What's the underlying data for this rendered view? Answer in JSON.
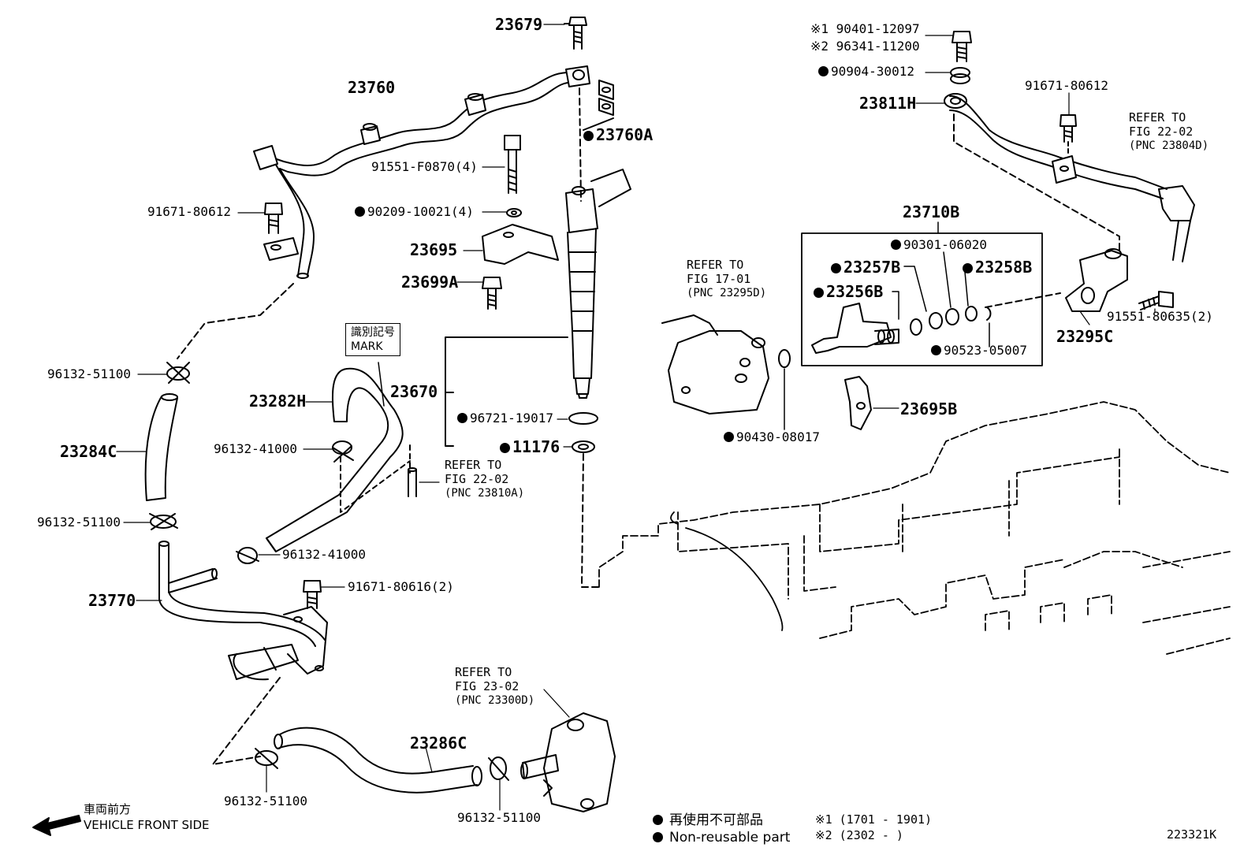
{
  "labels": {
    "p23679": "23679",
    "p23760": "23760",
    "p23760A": "23760A",
    "p91551_F0870": "91551-F0870(4)",
    "p90209": "90209-10021(4)",
    "p23695": "23695",
    "p23699A": "23699A",
    "p91671_80612_left": "91671-80612",
    "p96132_51100_a": "96132-51100",
    "p23284C": "23284C",
    "p96132_51100_b": "96132-51100",
    "p23282H": "23282H",
    "p96132_41000_a": "96132-41000",
    "p96132_41000_b": "96132-41000",
    "p23670": "23670",
    "p96721": "96721-19017",
    "p11176": "11176",
    "p23770": "23770",
    "p91671_80616": "91671-80616(2)",
    "p23286C": "23286C",
    "p96132_51100_c": "96132-51100",
    "p96132_51100_d": "96132-51100",
    "p90401": "※1 90401-12097",
    "p96341": "※2 96341-11200",
    "p90904": "90904-30012",
    "p23811H": "23811H",
    "p91671_80612_right": "91671-80612",
    "p23710B": "23710B",
    "p90301": "90301-06020",
    "p23257B": "23257B",
    "p23258B": "23258B",
    "p23256B": "23256B",
    "p90523": "90523-05007",
    "p23295C": "23295C",
    "p91551_80635": "91551-80635(2)",
    "p23695B": "23695B",
    "p90430": "90430-08017"
  },
  "mark_box": {
    "line1": "識別記号",
    "line2": "MARK"
  },
  "refers": {
    "r22_02_a": {
      "line1": "REFER TO",
      "line2": "FIG 22-02",
      "pnc": "(PNC 23804D)"
    },
    "r17_01": {
      "line1": "REFER TO",
      "line2": "FIG 17-01",
      "pnc": "(PNC 23295D)"
    },
    "r22_02_b": {
      "line1": "REFER TO",
      "line2": "FIG 22-02",
      "pnc": "(PNC 23810A)"
    },
    "r23_02": {
      "line1": "REFER TO",
      "line2": "FIG 23-02",
      "pnc": "(PNC 23300D)"
    }
  },
  "legend": {
    "non_reusable_jp": "再使用不可部品",
    "non_reusable_en": "Non-reusable part",
    "note1": "※1 (1701 - 1901)",
    "note2": "※2 (2302 -      )"
  },
  "front": {
    "jp": "車両前方",
    "en": "VEHICLE FRONT SIDE"
  },
  "diagram_id": "223321K"
}
